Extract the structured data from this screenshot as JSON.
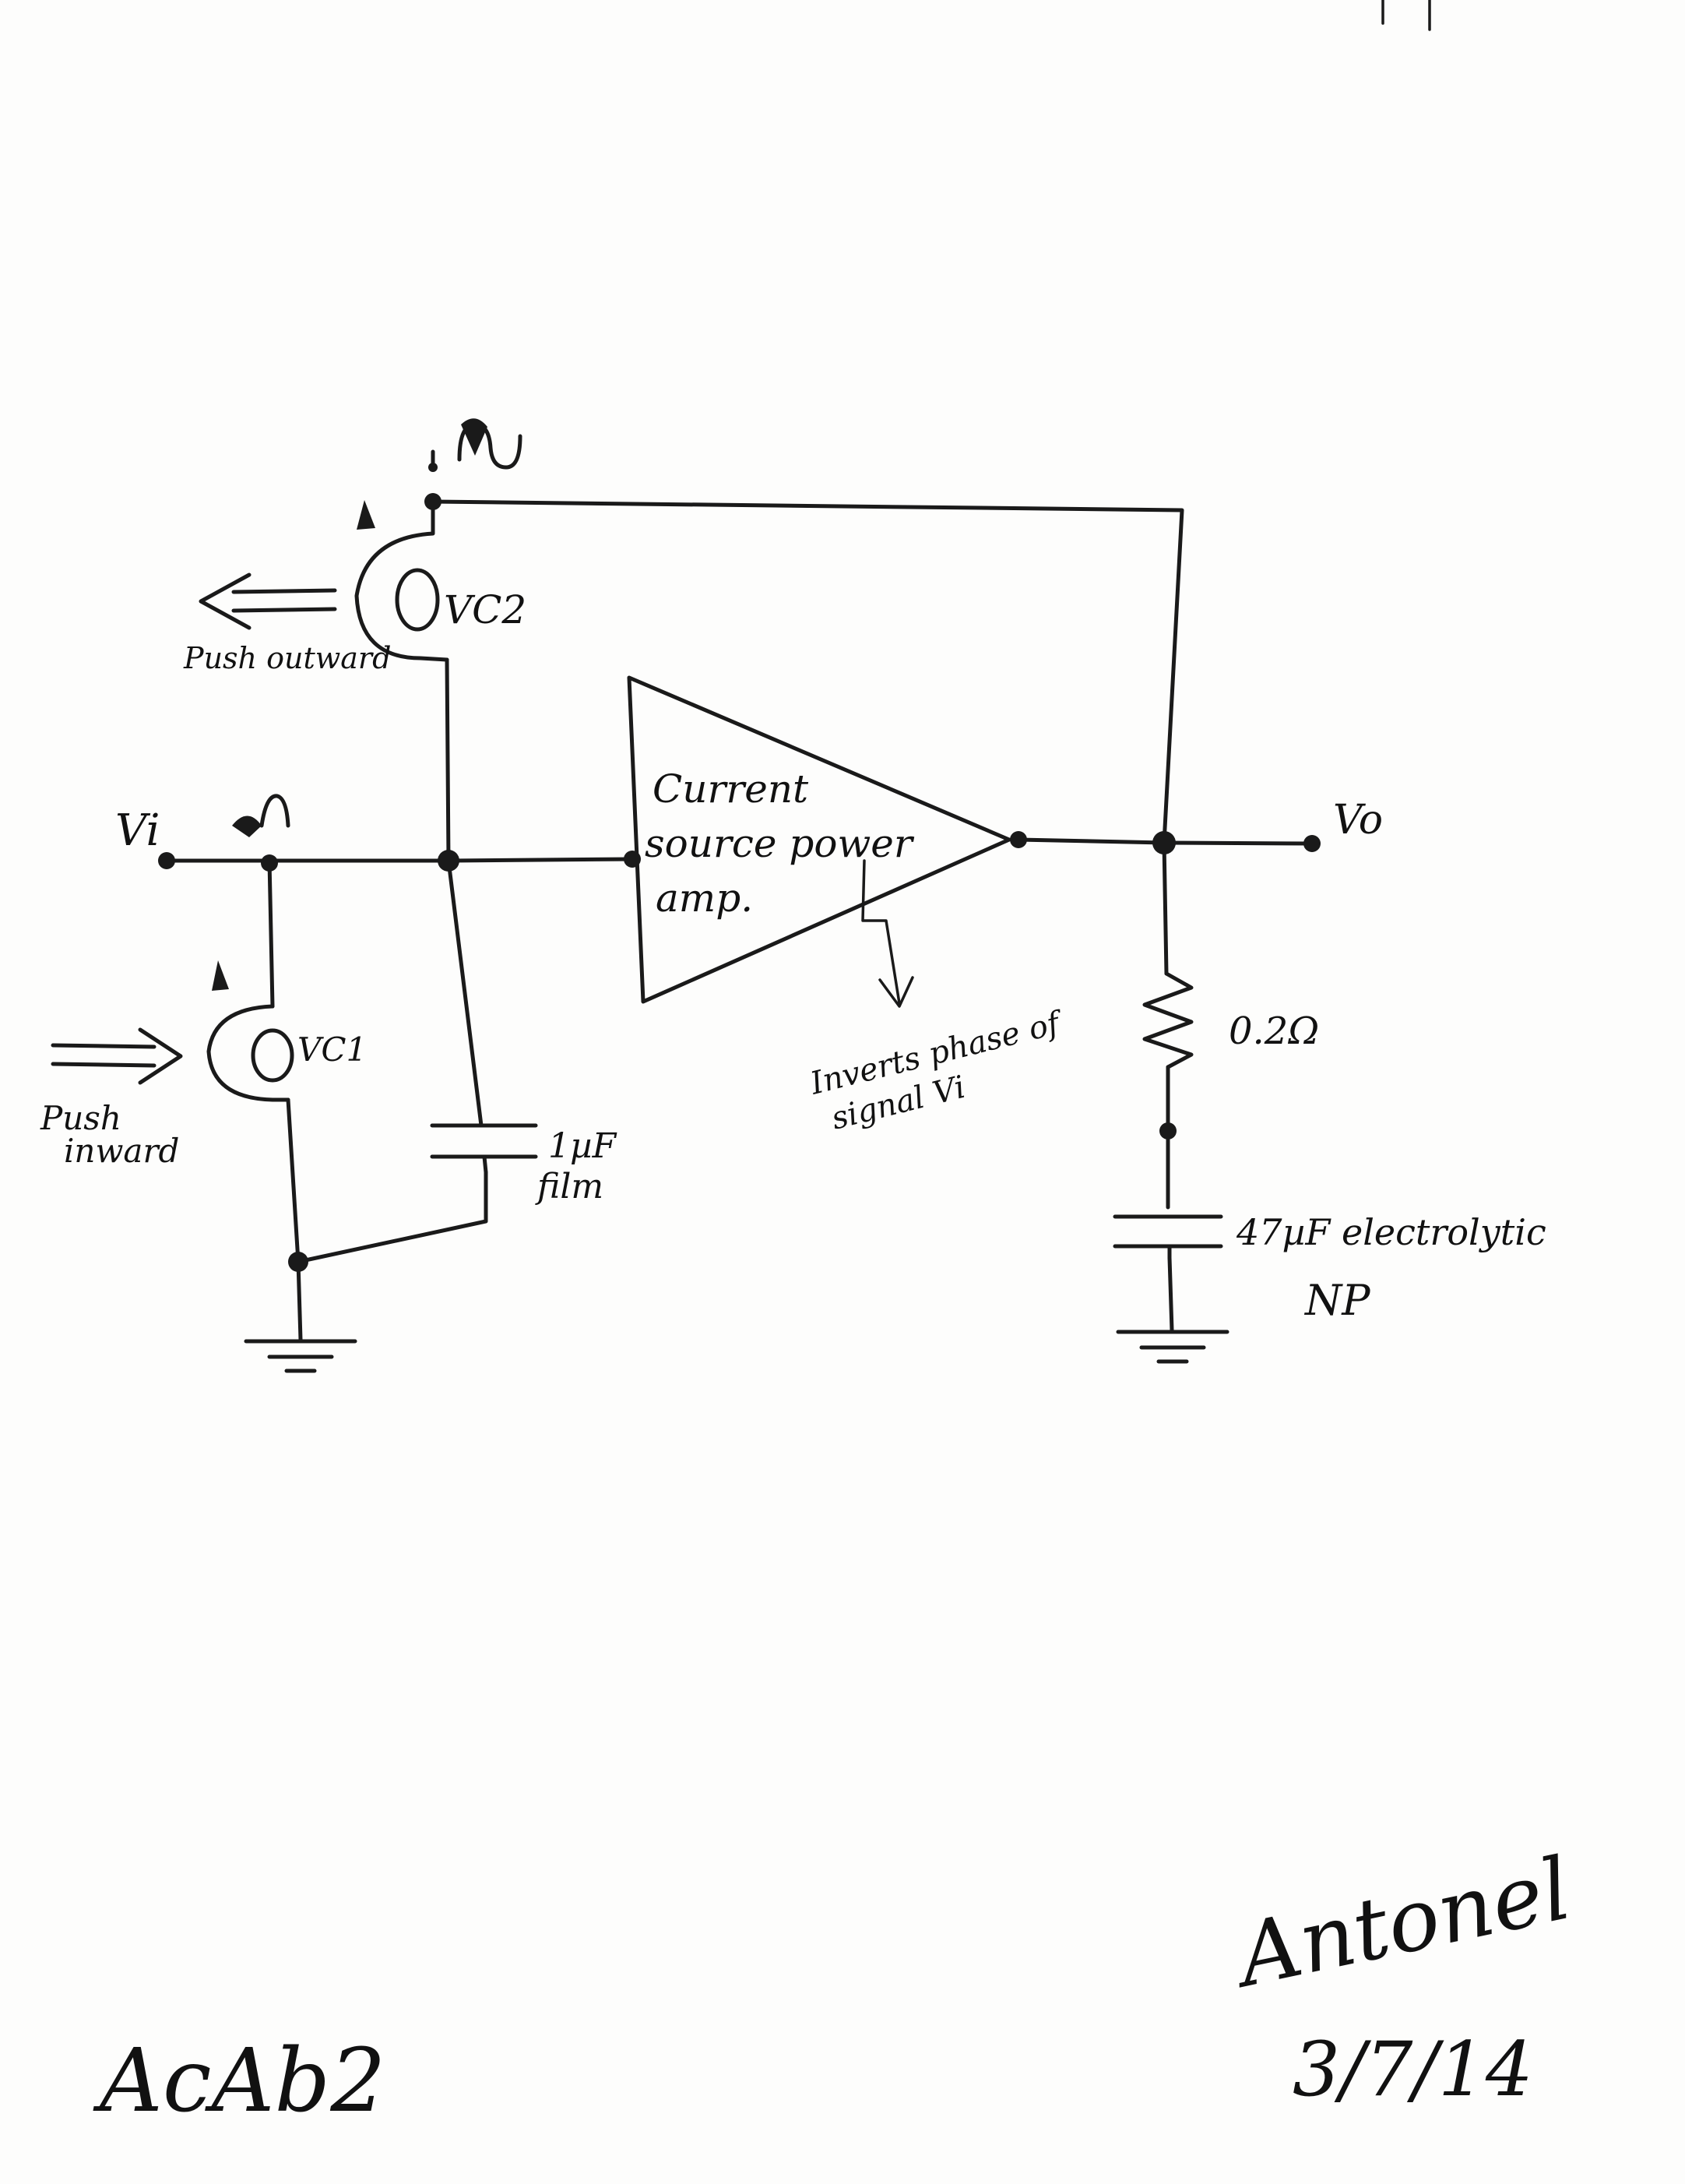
{
  "labels": {
    "input": "Vi",
    "output": "Vo",
    "coil_top": "VC2",
    "coil_bottom": "VC1",
    "push_top": "Push outward",
    "push_bottom_line1": "Push",
    "push_bottom_line2": "inward",
    "amp_line1": "Current",
    "amp_line2": "source power",
    "amp_line3": "amp.",
    "amp_note_line1": "Inverts phase of",
    "amp_note_line2": "signal Vi",
    "cap_film_value": "1µF",
    "cap_film_type": "film",
    "resistor": "0.2Ω",
    "cap_elec_value": "47µF electrolytic",
    "cap_elec_type": "NP",
    "footer_left": "AcAb2",
    "signature": "Antonel",
    "date": "3/7/14"
  },
  "colors": {
    "ink": "#1a1a1a",
    "paper": "#fdfdfc"
  }
}
